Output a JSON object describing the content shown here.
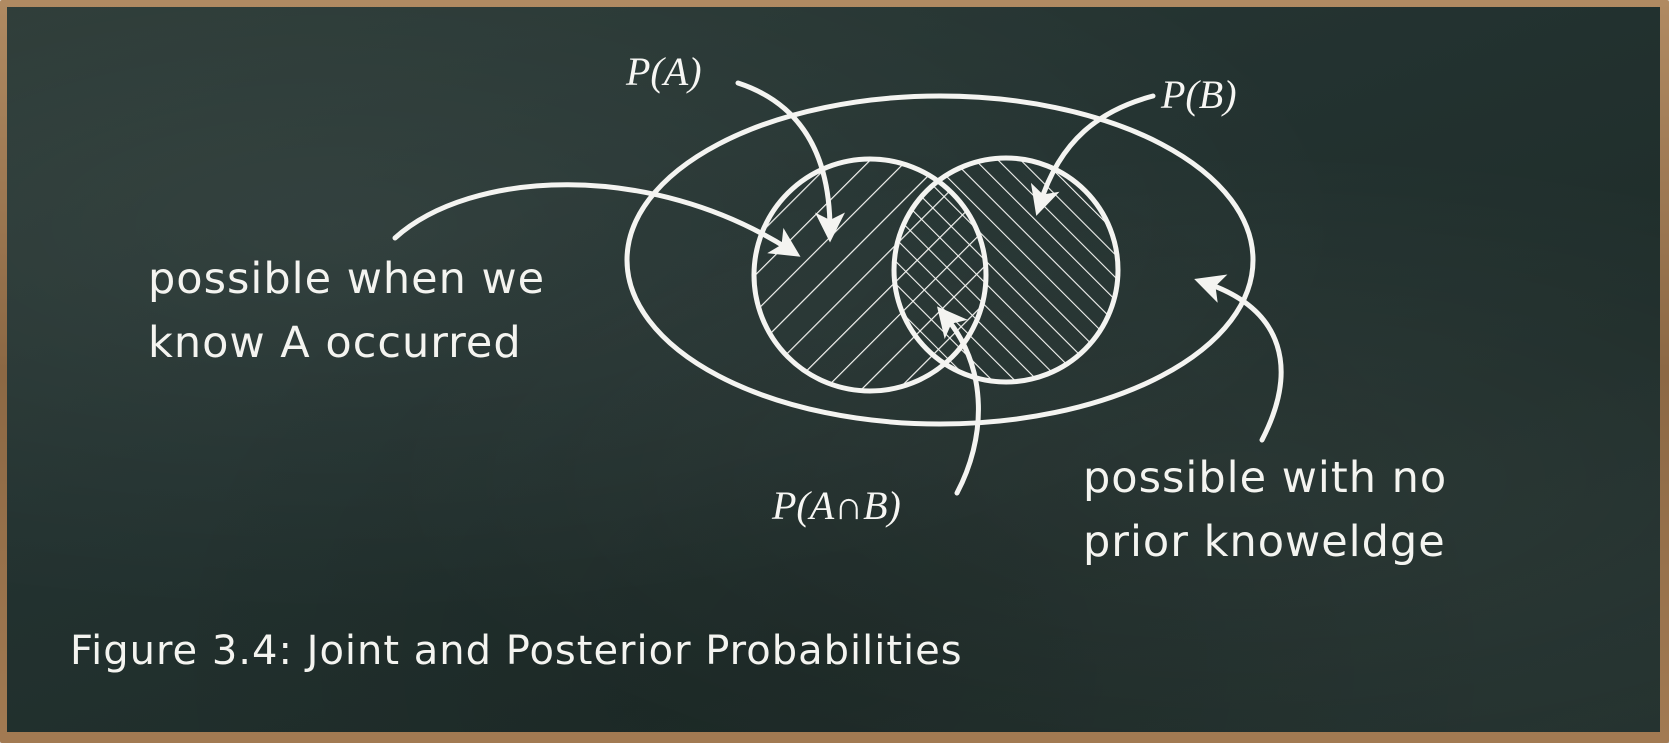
{
  "colors": {
    "chalk": "#f4f4f1",
    "board": "#233230",
    "frame": "#9c7650"
  },
  "labels": {
    "p_a": "P(A)",
    "p_b": "P(B)",
    "p_a_and_b": "P(A∩B)",
    "known_a_line1": "possible when we",
    "known_a_line2": "know A occurred",
    "no_prior_line1": "possible with no",
    "no_prior_line2": "prior knoweldge"
  },
  "caption": "Figure 3.4: Joint and Posterior Probabilities"
}
